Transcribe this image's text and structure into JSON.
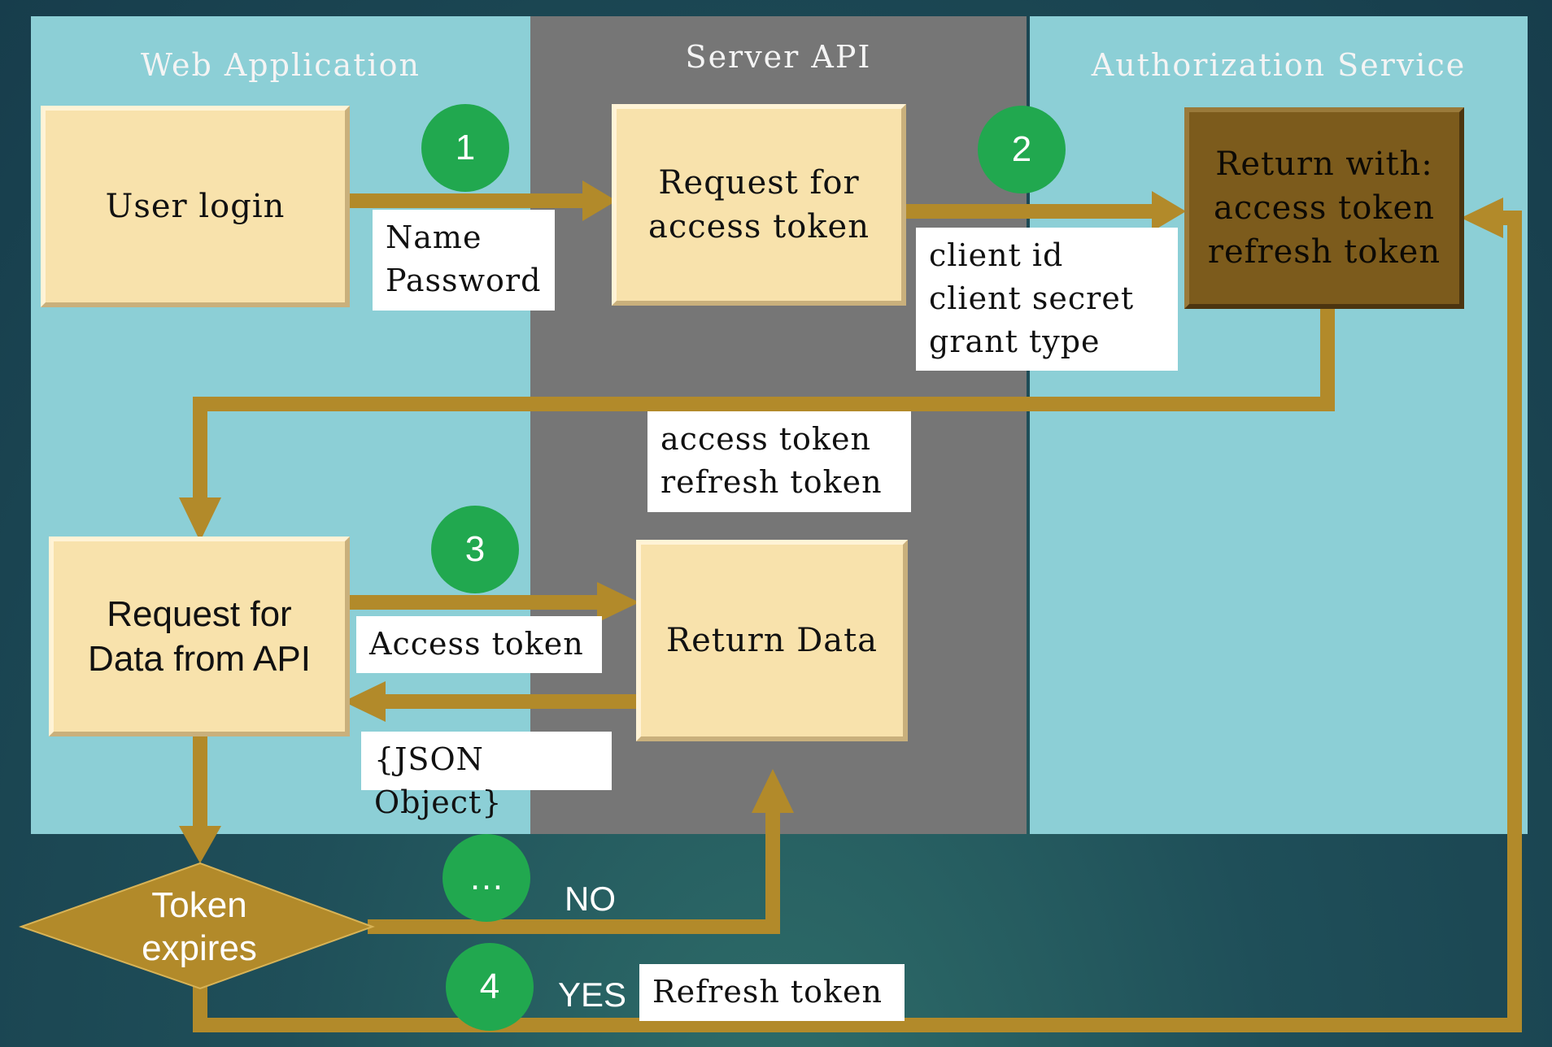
{
  "lanes": {
    "web": "Web Application",
    "api": "Server API",
    "auth": "Authorization Service"
  },
  "boxes": {
    "user_login": "User login",
    "request_token": "Request for\naccess token",
    "return_with": "Return with:\naccess token\nrefresh token",
    "request_data": "Request for\nData from API",
    "return_data": "Return Data",
    "token_expires": "Token\nexpires"
  },
  "labels": {
    "name_password": "Name\nPassword",
    "client_info": "client id\nclient secret\ngrant type",
    "tokens": "access token\nrefresh token",
    "access_token": "Access token",
    "json_object": "{JSON Object}",
    "refresh_token": "Refresh token"
  },
  "badges": {
    "one": "1",
    "two": "2",
    "three": "3",
    "ellipsis": "…",
    "four": "4"
  },
  "decisions": {
    "no": "NO",
    "yes": "YES"
  },
  "colors": {
    "arrow": "#b28a2a",
    "badge": "#21a84f",
    "box": "#f8e2ac",
    "box_dark": "#7c5b1c"
  }
}
